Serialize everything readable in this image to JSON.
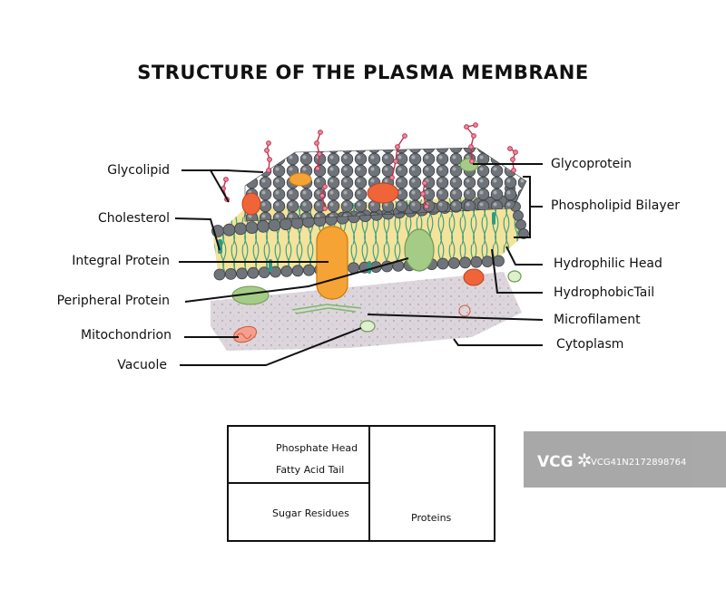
{
  "title": "STRUCTURE OF THE PLASMA MEMBRANE",
  "labels_left": {
    "glycolipid": "Glycolipid",
    "cholesterol": "Cholesterol",
    "integral_protein": "Integral Protein",
    "peripheral_protein": "Peripheral Protein",
    "mitochondrion": "Mitochondrion",
    "vacuole": "Vacuole"
  },
  "labels_right": {
    "glycoprotein": "Glycoprotein",
    "phospholipid_bilayer": "Phospholipid Bilayer",
    "hydrophilic_head": "Hydrophilic Head",
    "hydrophobic_tail": "HydrophobicTail",
    "microfilament": "Microfilament",
    "cytoplasm": "Cytoplasm"
  },
  "legend": {
    "phosphate_head": "Phosphate Head",
    "fatty_acid_tail": "Fatty Acid Tail",
    "sugar_residues": "Sugar Residues",
    "proteins": "Proteins"
  },
  "watermark": {
    "logo": "VCG",
    "id": "VCG41N2172898764"
  },
  "colors": {
    "head": "#6f747a",
    "head_light": "#b8bcc0",
    "tail": "#2f9a83",
    "core": "#f4e39a",
    "cytoplasm": "#dcd6dc",
    "protein_red": "#f0643a",
    "protein_orange": "#f6a335",
    "protein_green": "#a5cc86",
    "sugar": "#c0304c",
    "line": "#111111"
  }
}
